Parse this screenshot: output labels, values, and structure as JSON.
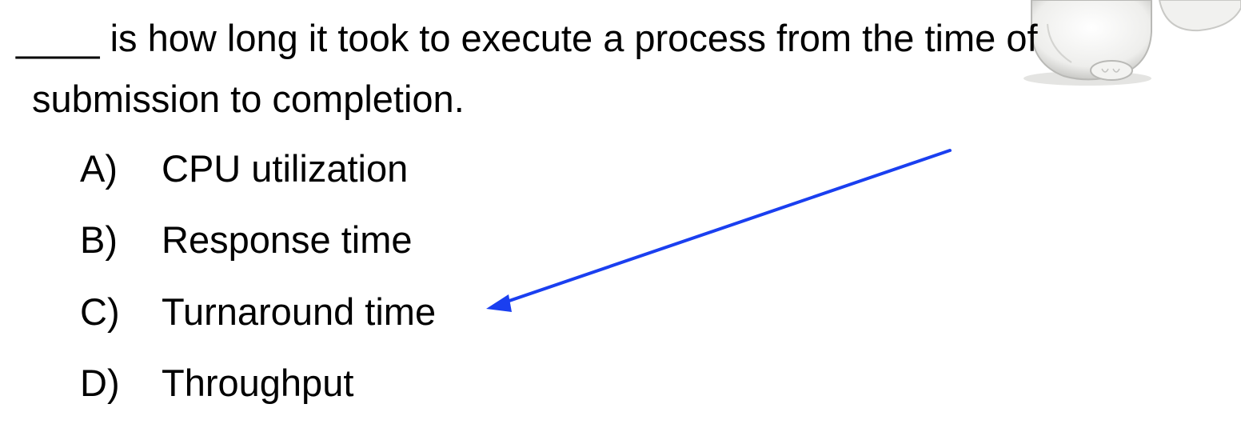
{
  "question": {
    "line1": "____ is how long it took to execute a process from the time of",
    "line2": "submission to completion."
  },
  "options": [
    {
      "letter": "A)",
      "text": "CPU utilization"
    },
    {
      "letter": "B)",
      "text": "Response time"
    },
    {
      "letter": "C)",
      "text": "Turnaround time"
    },
    {
      "letter": "D)",
      "text": "Throughput"
    }
  ],
  "mascot": {
    "icon": "dog-mascot-icon"
  },
  "annotation": {
    "icon": "arrow-icon",
    "color": "#1a3ff0",
    "points_to_option": "C)"
  }
}
